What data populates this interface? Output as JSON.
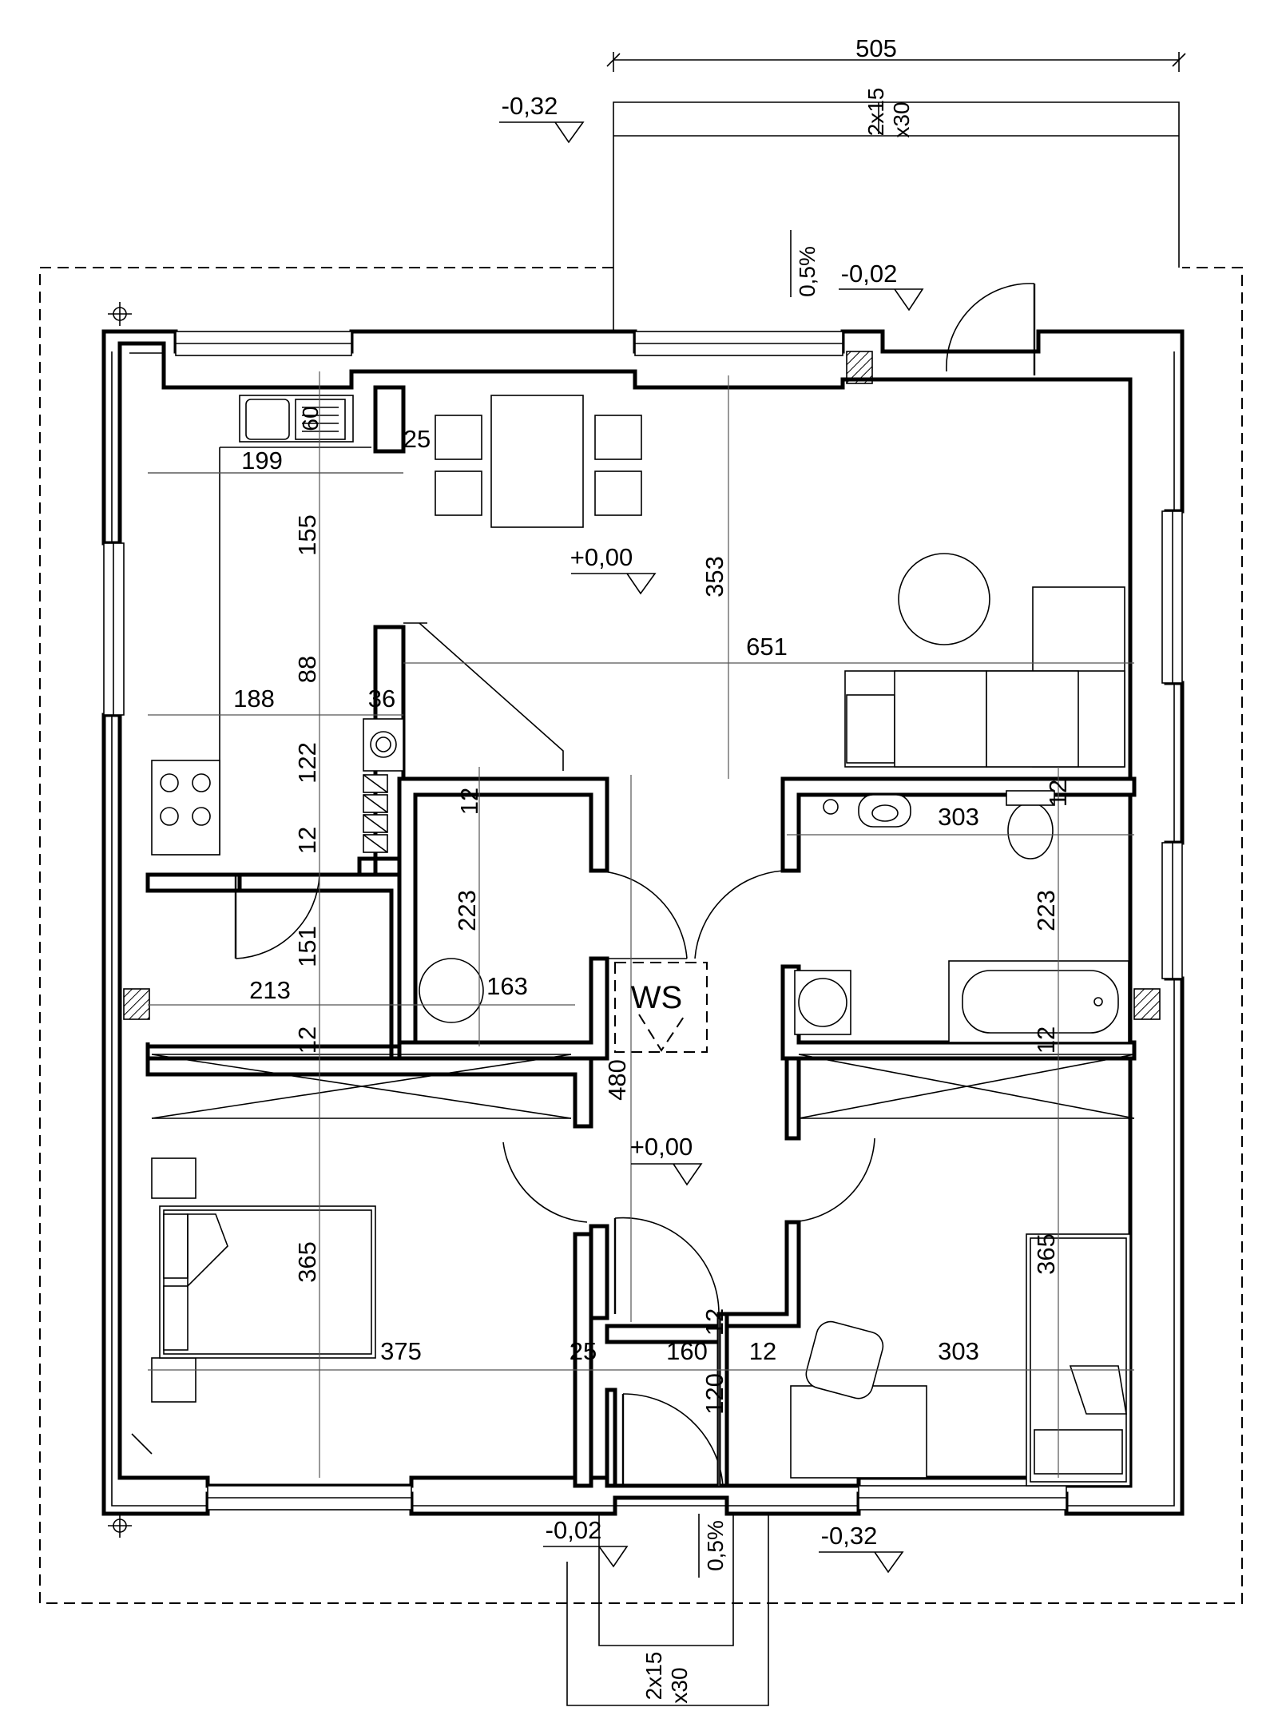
{
  "dimensions": {
    "top_terrace_width": "505",
    "kitchen_counter": "199",
    "kitchen_offset": "25",
    "kitchen_depth": "155",
    "wall_segment_88": "88",
    "hall_width_188": "188",
    "partition_36": "36",
    "segment_122": "122",
    "segment_12_a": "12",
    "living_width": "651",
    "living_depth": "353",
    "pantry_wall_12": "12",
    "pantry_depth": "223",
    "pantry_width": "163",
    "bath_width": "303",
    "bath_wall_12": "12",
    "bath_depth": "223",
    "segment_151": "151",
    "utility_width": "213",
    "bedroom_wall_12_left": "12",
    "hall_length": "480",
    "bedroom_wall_12_right": "12",
    "bedroom1_depth": "365",
    "bedroom1_width": "375",
    "wall_25": "25",
    "entry_width": "160",
    "wall_12_entry": "12",
    "bedroom2_width": "303",
    "bedroom2_depth": "365",
    "entry_wall_12": "12",
    "entry_depth": "120"
  },
  "levels": {
    "top_terrace": "-0,32",
    "top_terrace_entry": "-0,02",
    "living": "+0,00",
    "hall": "+0,00",
    "bottom_entry": "-0,02",
    "bottom_right": "-0,32"
  },
  "steps": {
    "top_line1": "2x15",
    "top_line2": "x30",
    "bottom_line1": "2x15",
    "bottom_line2": "x30"
  },
  "slopes": {
    "top": "0,5%",
    "bottom": "0,5%"
  },
  "labels": {
    "ws": "WS",
    "sink_60": "60"
  }
}
